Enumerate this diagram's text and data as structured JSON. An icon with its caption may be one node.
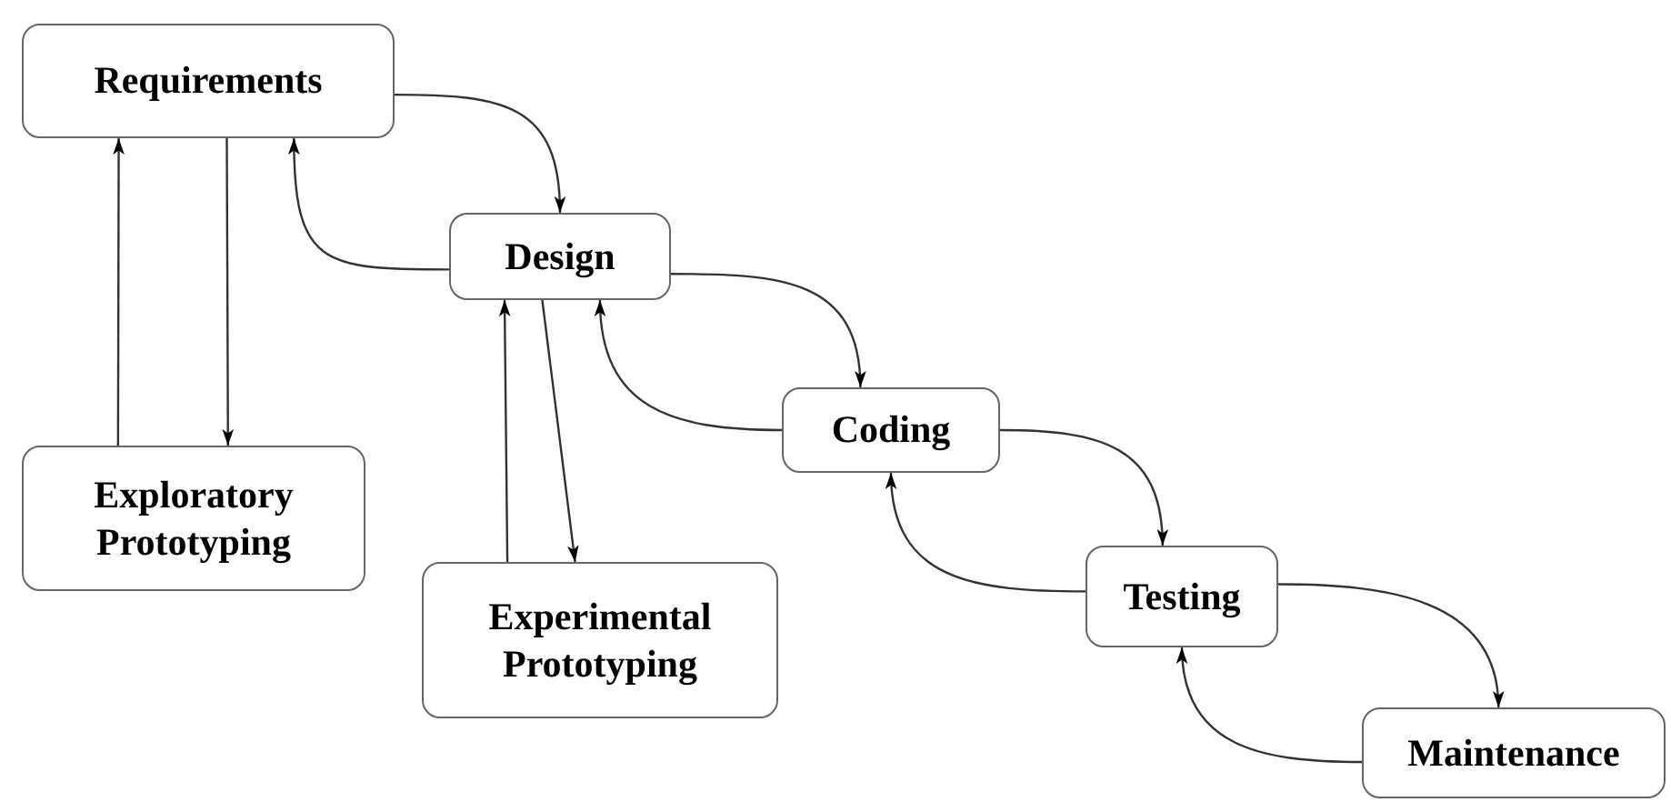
{
  "diagram": {
    "nodes": [
      {
        "text": [
          "Requirements"
        ]
      },
      {
        "text": [
          "Design"
        ]
      },
      {
        "text": [
          "Coding"
        ]
      },
      {
        "text": [
          "Testing"
        ]
      },
      {
        "text": [
          "Maintenance"
        ]
      },
      {
        "text": [
          "Exploratory Prototyping"
        ]
      },
      {
        "text": [
          "Experimental Prototyping"
        ]
      }
    ],
    "edges": [
      {
        "from": 0,
        "to": 1,
        "arrow": "to"
      },
      {
        "from": 1,
        "to": 0,
        "arrow": "to"
      },
      {
        "from": 1,
        "to": 2,
        "arrow": "to"
      },
      {
        "from": 2,
        "to": 1,
        "arrow": "to"
      },
      {
        "from": 2,
        "to": 3,
        "arrow": "to"
      },
      {
        "from": 3,
        "to": 2,
        "arrow": "to"
      },
      {
        "from": 3,
        "to": 4,
        "arrow": "to"
      },
      {
        "from": 4,
        "to": 3,
        "arrow": "to"
      },
      {
        "from": 5,
        "to": 0,
        "arrow": "to"
      },
      {
        "from": 0,
        "to": 5,
        "arrow": "to"
      },
      {
        "from": 6,
        "to": 1,
        "arrow": "to"
      },
      {
        "from": 1,
        "to": 6,
        "arrow": "to"
      }
    ]
  }
}
